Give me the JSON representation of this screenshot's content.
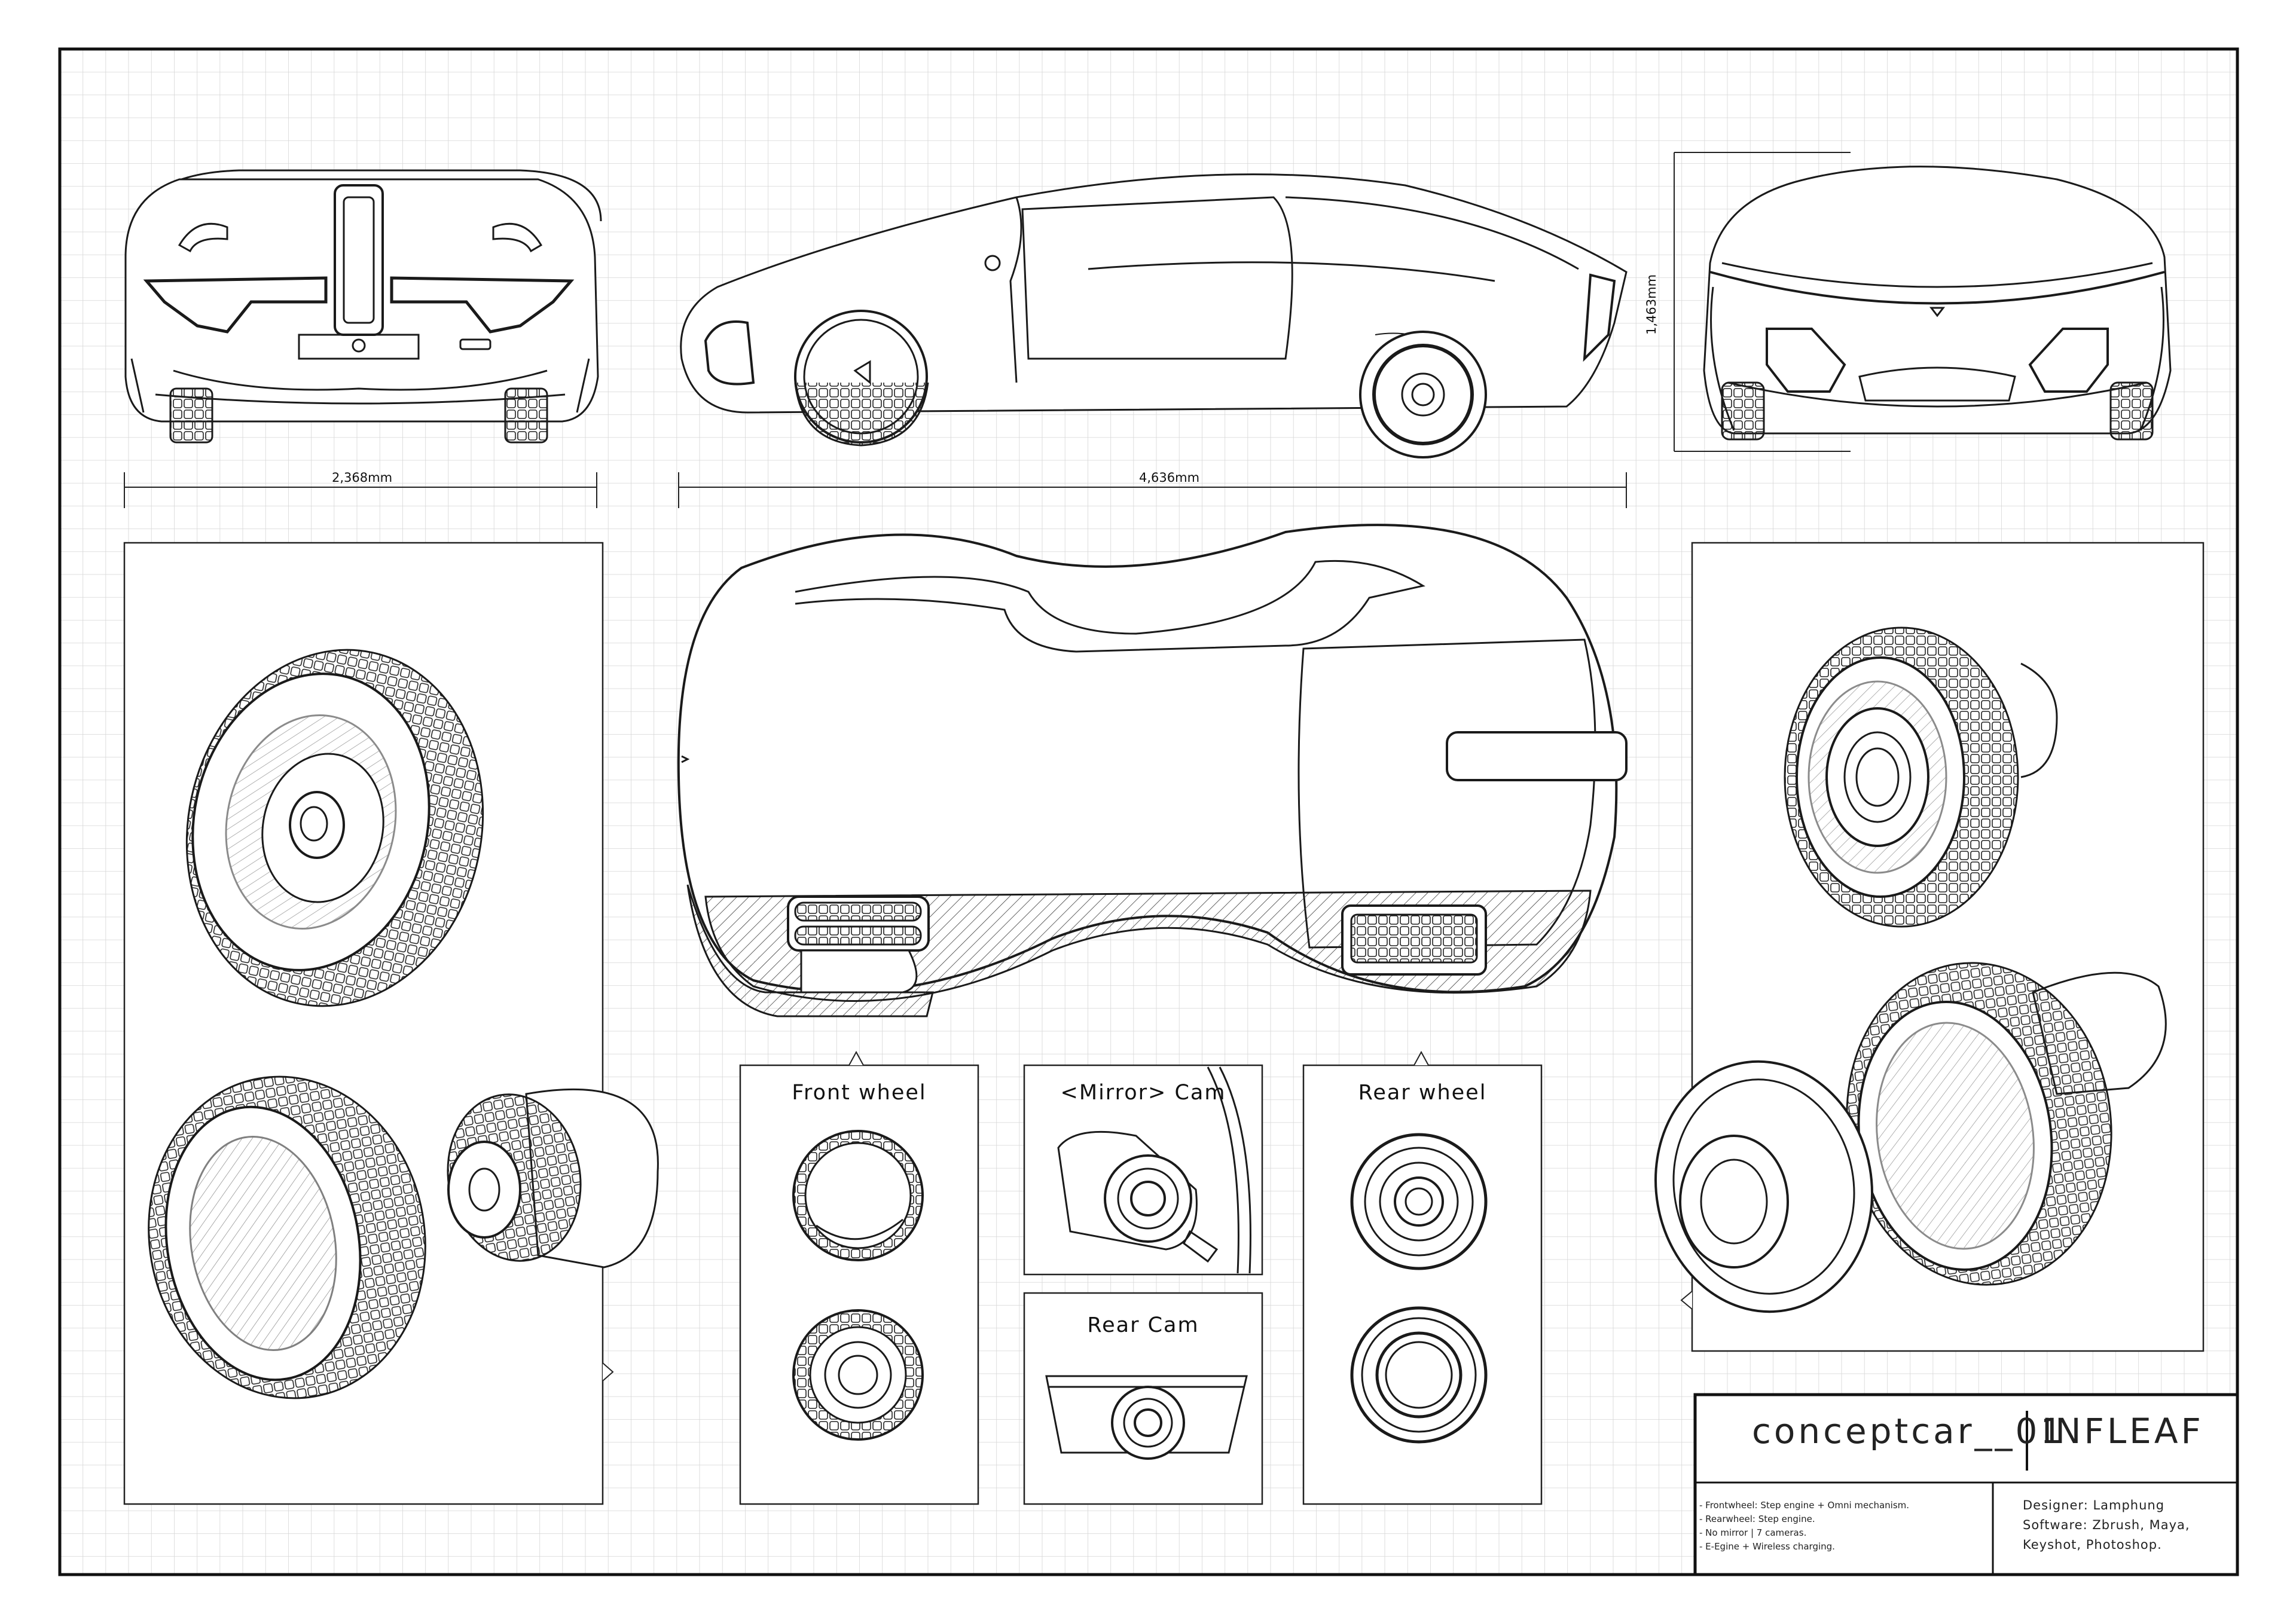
{
  "dimensions": {
    "front_width": "2,368mm",
    "length": "4,636mm",
    "height": "1,463mm"
  },
  "panels": {
    "front_wheel": "Front wheel",
    "mirror_cam": "<Mirror> Cam",
    "rear_wheel": "Rear wheel",
    "rear_cam": "Rear Cam"
  },
  "title_block": {
    "title": "conceptcar__01",
    "brand": "INFLEAF",
    "notes": [
      "- Frontwheel: Step engine + Omni mechanism.",
      "- Rearwheel: Step engine.",
      "- No mirror | 7 cameras.",
      "- E-Egine + Wireless charging."
    ],
    "designer": "Designer: Lamphung",
    "software_line1": "Software: Zbrush, Maya,",
    "software_line2": "Keyshot, Photoshop."
  },
  "colors": {
    "line": "#1a1a1a",
    "grid": "#d4d4d4",
    "paper": "#ffffff"
  }
}
